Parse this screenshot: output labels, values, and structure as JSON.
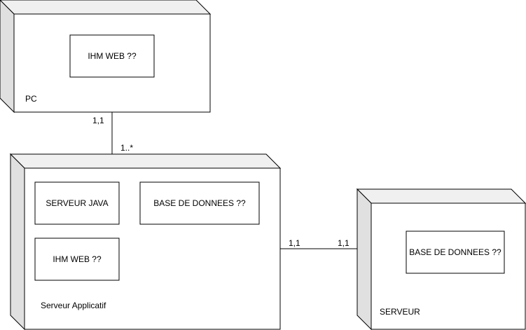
{
  "nodes": {
    "pc": {
      "label": "PC",
      "components": [
        "IHM WEB ??"
      ]
    },
    "app_server": {
      "label": "Serveur Applicatif",
      "components": [
        "SERVEUR JAVA",
        "BASE DE DONNEES ??",
        "IHM WEB ??"
      ]
    },
    "server": {
      "label": "SERVEUR",
      "components": [
        "BASE DE DONNEES ??"
      ]
    }
  },
  "edges": {
    "pc_app": {
      "source_mult": "1,1",
      "target_mult": "1..*"
    },
    "app_server": {
      "source_mult": "1,1",
      "target_mult": "1,1"
    }
  }
}
